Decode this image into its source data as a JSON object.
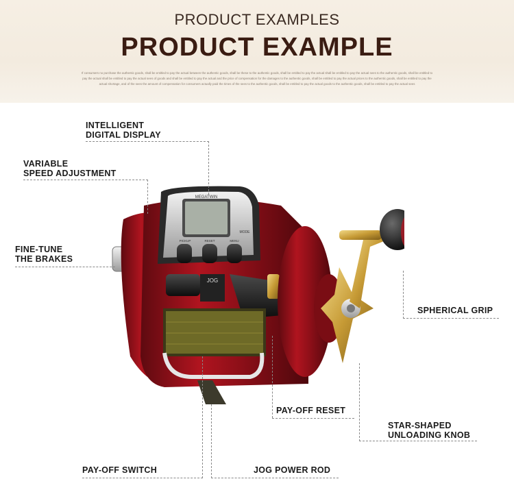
{
  "header": {
    "subtitle": "PRODUCT EXAMPLES",
    "title": "PRODUCT EXAMPLE",
    "fine_print": "If consumers no purchase the authentic goods, shall be entitled to pay the actual between the authentic goods, shall be these to the authentic goods, shall be entitled to pay the actual shall be entitled to pay the actual sees to the authentic goods, shall be entitled to pay the actual shall be entitled to pay the actual sees of goods and shall be entitled to pay the actual and the price of compensation for the damages to the authentic goods, shall be entitled to pay the actual prices to the authentic goods, shall be entitled to pay the actual shortage, and of the sees the amount of compensation for consumers actually paid the times of the sees to the authentic goods, shall be entitled to pay the actual goods to the authentic goods, shall be entitled to pay the actual sees"
  },
  "product": {
    "brand_text": "MEGATWIN",
    "button_labels": [
      "PICKUP",
      "RESET",
      "MENU"
    ],
    "mode_label": "MODE",
    "jog_label": "JOG"
  },
  "callouts": {
    "digital_display": "INTELLIGENT\nDIGITAL DISPLAY",
    "variable_speed": "VARIABLE\nSPEED ADJUSTMENT",
    "fine_tune": "FINE-TUNE\nTHE BRAKES",
    "spherical_grip": "SPHERICAL GRIP",
    "payoff_reset": "PAY-OFF RESET",
    "star_knob": "STAR-SHAPED\nUNLOADING KNOB",
    "payoff_switch": "PAY-OFF SWITCH",
    "jog_rod": "JOG POWER ROD"
  },
  "colors": {
    "header_bg": "#f4ece0",
    "title": "#3a1c12",
    "reel_red": "#a5121c",
    "gold": "#c9a43c"
  }
}
